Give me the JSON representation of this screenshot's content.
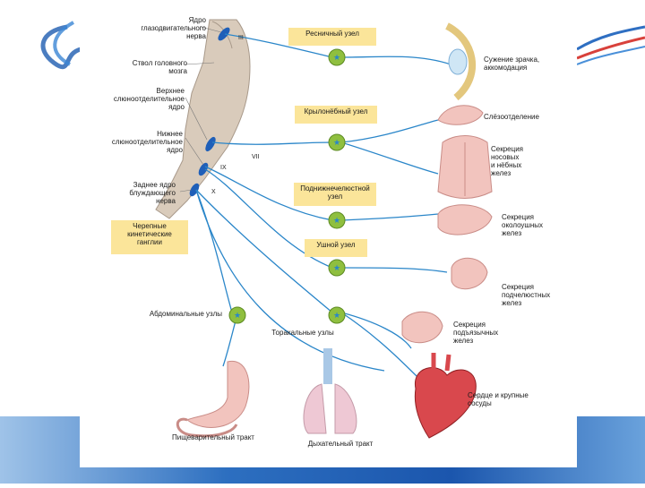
{
  "colors": {
    "nerve": "#2a86c9",
    "brainstem": "#d9cbbb",
    "ganglion": "#8fbf3f",
    "label_box": "#fbe59a",
    "nucleus": "#1f5fb8"
  },
  "labels": {
    "nucleus_oculomotor": "Ядро\nглазодвигательного\nнерва",
    "midbrain": "Ствол головного\nмозга",
    "vagus_dorsal_upper": "Верхнее\nслюноотделительное\nядро",
    "salivatory_lower": "Нижнее\nслюноотделительное\nядро",
    "vagus_dorsal": "Заднее ядро\nблуждающего\nнерва",
    "cranial_outflow": "Черепные\nкинетические\nганглии",
    "abdominal_ganglia": "Абдоминальные узлы",
    "thoracic_ganglia": "Торакальные узлы",
    "gi_tract": "Пищеварительный тракт",
    "respiratory_tract": "Дыхательный тракт"
  },
  "roman_numerals": {
    "n3": "III",
    "n7": "VII",
    "n9": "IX",
    "n10": "X"
  },
  "ganglia": {
    "ciliary": "Ресничный узел",
    "pterygopalatine": "Крылонёбный узел",
    "submandibular": "Поднижнечелюстной\nузел",
    "otic": "Ушной узел"
  },
  "effects": {
    "pupil": "Сужение зрачка,\nаккомодация",
    "lacrimal": "Слёзоотделение",
    "nasal": "Секреция\nносовых\nи нёбных\nжелез",
    "parotid": "Секреция\nоколоушных\nжелез",
    "submandibular_gland": "Секреция\nподчелюстных\nжелез",
    "sublingual": "Секреция\nподъязычных\nжелез",
    "heart": "Сердце и крупные\nсосуды"
  }
}
